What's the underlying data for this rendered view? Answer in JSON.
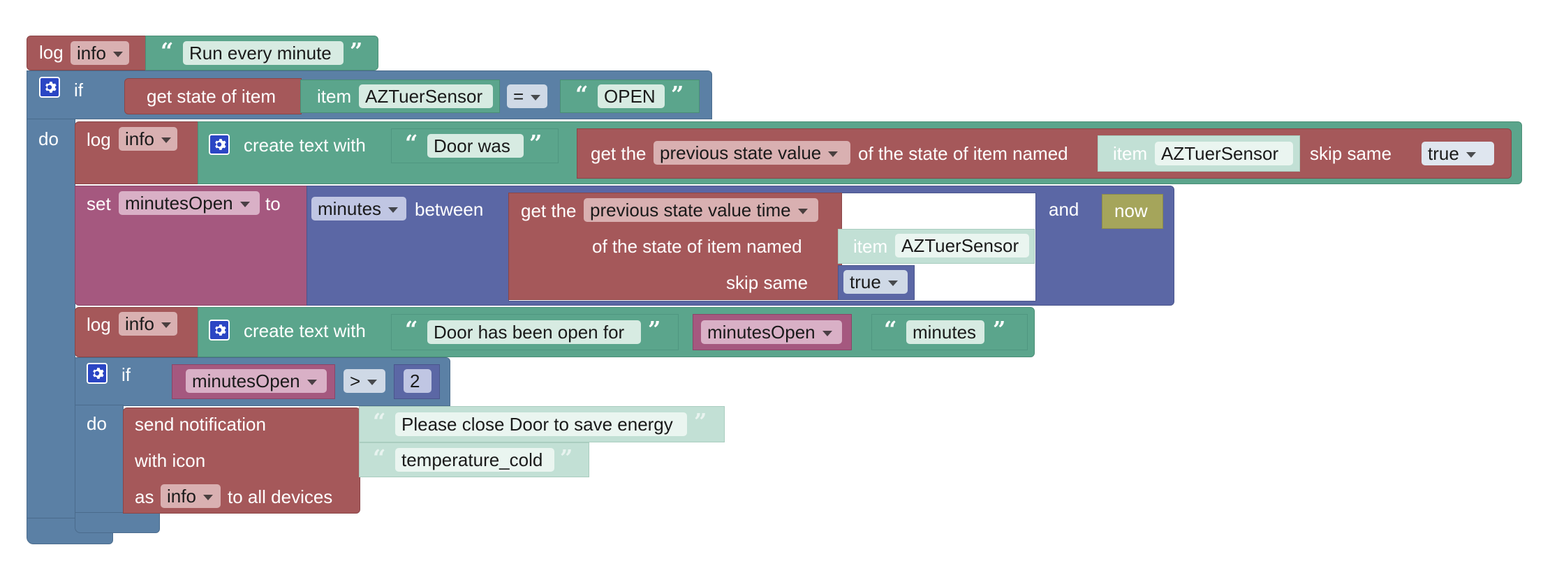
{
  "log_label": "log",
  "info_level": "info",
  "gear_icon": "gear-icon",
  "line1_text": "Run every minute",
  "if_label": "if",
  "do_label": "do",
  "get_state_of_item": "get state of item",
  "item_label": "item",
  "item_name": "AZTuerSensor",
  "eq_op": "=",
  "open_text": "OPEN",
  "create_text_with": "create text with",
  "door_was": "Door was",
  "get_the": "get the",
  "prev_state_value": "previous state value",
  "of_state_item_named": "of the state of item named",
  "skip_same": "skip same",
  "true_val": "true",
  "set_label": "set",
  "var_minutes_open": "minutesOpen",
  "to_label": "to",
  "unit_minutes": "minutes",
  "between_label": "between",
  "prev_state_value_time": "previous state value time",
  "and_label": "and",
  "now_label": "now",
  "door_open_for": "Door has been open for",
  "minutes_text": "minutes",
  "gt_op": ">",
  "number_2": "2",
  "send_notification": "send notification",
  "notif_message": "Please close Door to save energy",
  "with_icon": "with icon",
  "icon_name": "temperature_cold",
  "as_label": "as",
  "to_all_devices": "to all devices"
}
